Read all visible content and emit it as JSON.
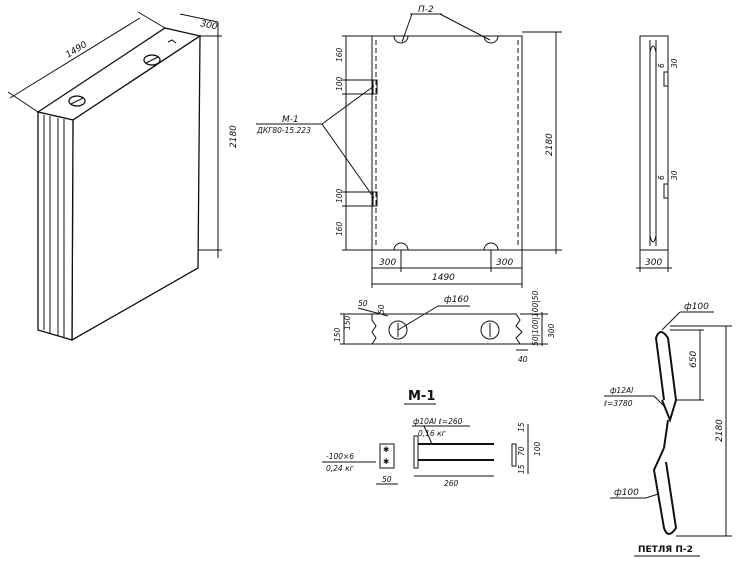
{
  "iso": {
    "dim_length": "1490",
    "dim_thickness": "300",
    "dim_height": "2180"
  },
  "front": {
    "loop_label": "П-2",
    "embed_label": "М-1",
    "embed_spec": "ДКГ80-15.223",
    "dim_top_1": "160",
    "dim_top_2": "100",
    "dim_bot_1": "100",
    "dim_bot_2": "160",
    "dim_height": "2180",
    "dim_left": "300",
    "dim_width": "1490",
    "dim_right": "300"
  },
  "side": {
    "dim_a": "6",
    "dim_b": "30",
    "dim_c": "6",
    "dim_d": "30",
    "dim_width": "300"
  },
  "section": {
    "dim_hole": "ф160",
    "dim_50": "50",
    "dim_50b": "50",
    "dim_left_1": "150",
    "dim_left_2": "150",
    "dim_right": "300",
    "dim_right_stack": "50|100|100|50",
    "dim_bottom": "40"
  },
  "embed": {
    "title": "М-1",
    "rod_spec": "ф10АI ℓ=260",
    "rod_weight": "0,16 кг",
    "plate_spec": "-100×6",
    "plate_weight": "0,24 кг",
    "dim_plate": "50",
    "dim_rod": "260",
    "dim_15a": "15",
    "dim_70": "70",
    "dim_100": "100",
    "dim_15b": "15"
  },
  "loop": {
    "top_dia": "ф100",
    "dim_650": "650",
    "bar_spec": "ф12АI",
    "bar_len": "ℓ=3780",
    "dim_2180": "2180",
    "bottom_dia": "ф100",
    "title": "ПЕТЛЯ П-2"
  }
}
